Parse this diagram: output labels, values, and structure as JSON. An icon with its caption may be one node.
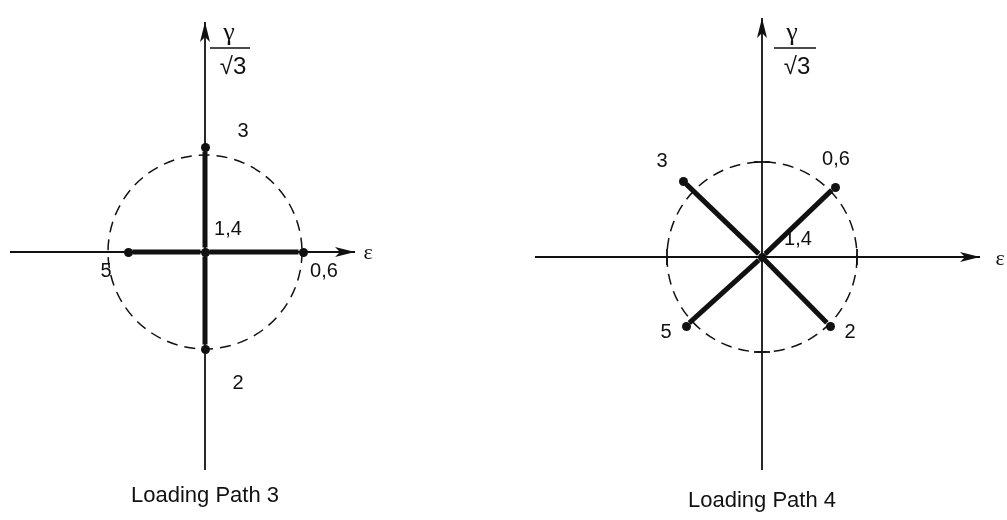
{
  "diagram": {
    "nodes": [
      {
        "text": [],
        "shape": "circle",
        "beside": [
          "3"
        ]
      },
      {
        "text": [],
        "shape": "circle",
        "beside": [
          "1,4"
        ]
      },
      {
        "text": [],
        "shape": "circle",
        "beside": [
          "5"
        ]
      },
      {
        "text": [],
        "shape": "circle",
        "beside": [
          "0,6"
        ]
      },
      {
        "text": [],
        "shape": "circle",
        "beside": [
          "2"
        ]
      },
      {
        "text": [],
        "shape": "circle",
        "beside": [
          "3"
        ]
      },
      {
        "text": [],
        "shape": "circle",
        "beside": [
          "0,6"
        ]
      },
      {
        "text": [],
        "shape": "circle",
        "beside": [
          "1,4"
        ]
      },
      {
        "text": [],
        "shape": "circle",
        "beside": [
          "5"
        ]
      },
      {
        "text": [],
        "shape": "circle",
        "beside": [
          "2"
        ]
      }
    ],
    "edges": [
      {
        "from": 1,
        "to": 0,
        "arrow": "none"
      },
      {
        "from": 1,
        "to": 2,
        "arrow": "none"
      },
      {
        "from": 1,
        "to": 3,
        "arrow": "none"
      },
      {
        "from": 1,
        "to": 4,
        "arrow": "none"
      },
      {
        "from": 7,
        "to": 5,
        "arrow": "none"
      },
      {
        "from": 7,
        "to": 6,
        "arrow": "none"
      },
      {
        "from": 7,
        "to": 8,
        "arrow": "none"
      },
      {
        "from": 7,
        "to": 9,
        "arrow": "none"
      }
    ],
    "labels": [
      "γ",
      "√3",
      "ε",
      "Loading Path 3",
      "γ",
      "√3",
      "ε",
      "Loading Path 4"
    ]
  }
}
